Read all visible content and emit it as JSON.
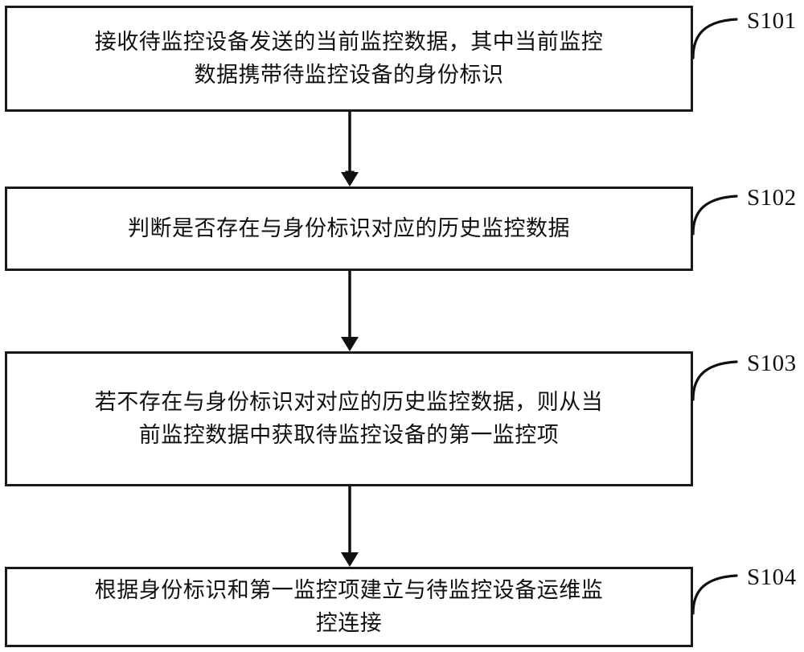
{
  "figure": {
    "type": "patent-flowchart",
    "orientation": "vertical",
    "background_color": "#ffffff",
    "line_color": "#1a1a1a",
    "text_color": "#101010",
    "step_count": 4
  },
  "steps": [
    {
      "id": "s101",
      "label": "S101",
      "text": "接收待监控设备发送的当前监控数据，其中当前监控\n数据携带待监控设备的身份标识",
      "lines": [
        "接收待监控设备发送的当前监控数据，其中当前监控",
        "数据携带待监控设备的身份标识"
      ]
    },
    {
      "id": "s102",
      "label": "S102",
      "text": "判断是否存在与身份标识对应的历史监控数据",
      "lines": [
        "判断是否存在与身份标识对应的历史监控数据"
      ]
    },
    {
      "id": "s103",
      "label": "S103",
      "text": "若不存在与身份标识对对应的历史监控数据，则从当\n前监控数据中获取待监控设备的第一监控项",
      "lines": [
        "若不存在与身份标识对对应的历史监控数据，则从当",
        "前监控数据中获取待监控设备的第一监控项"
      ]
    },
    {
      "id": "s104",
      "label": "S104",
      "text": "根据身份标识和第一监控项建立与待监控设备运维监\n控连接",
      "lines": [
        "根据身份标识和第一监控项建立与待监控设备运维监",
        "控连接"
      ]
    }
  ],
  "connectors": [
    {
      "id": "arrow-s101-s102",
      "from": "s101",
      "to": "s102"
    },
    {
      "id": "arrow-s102-s103",
      "from": "s102",
      "to": "s103"
    },
    {
      "id": "arrow-s103-s104",
      "from": "s103",
      "to": "s104"
    }
  ]
}
